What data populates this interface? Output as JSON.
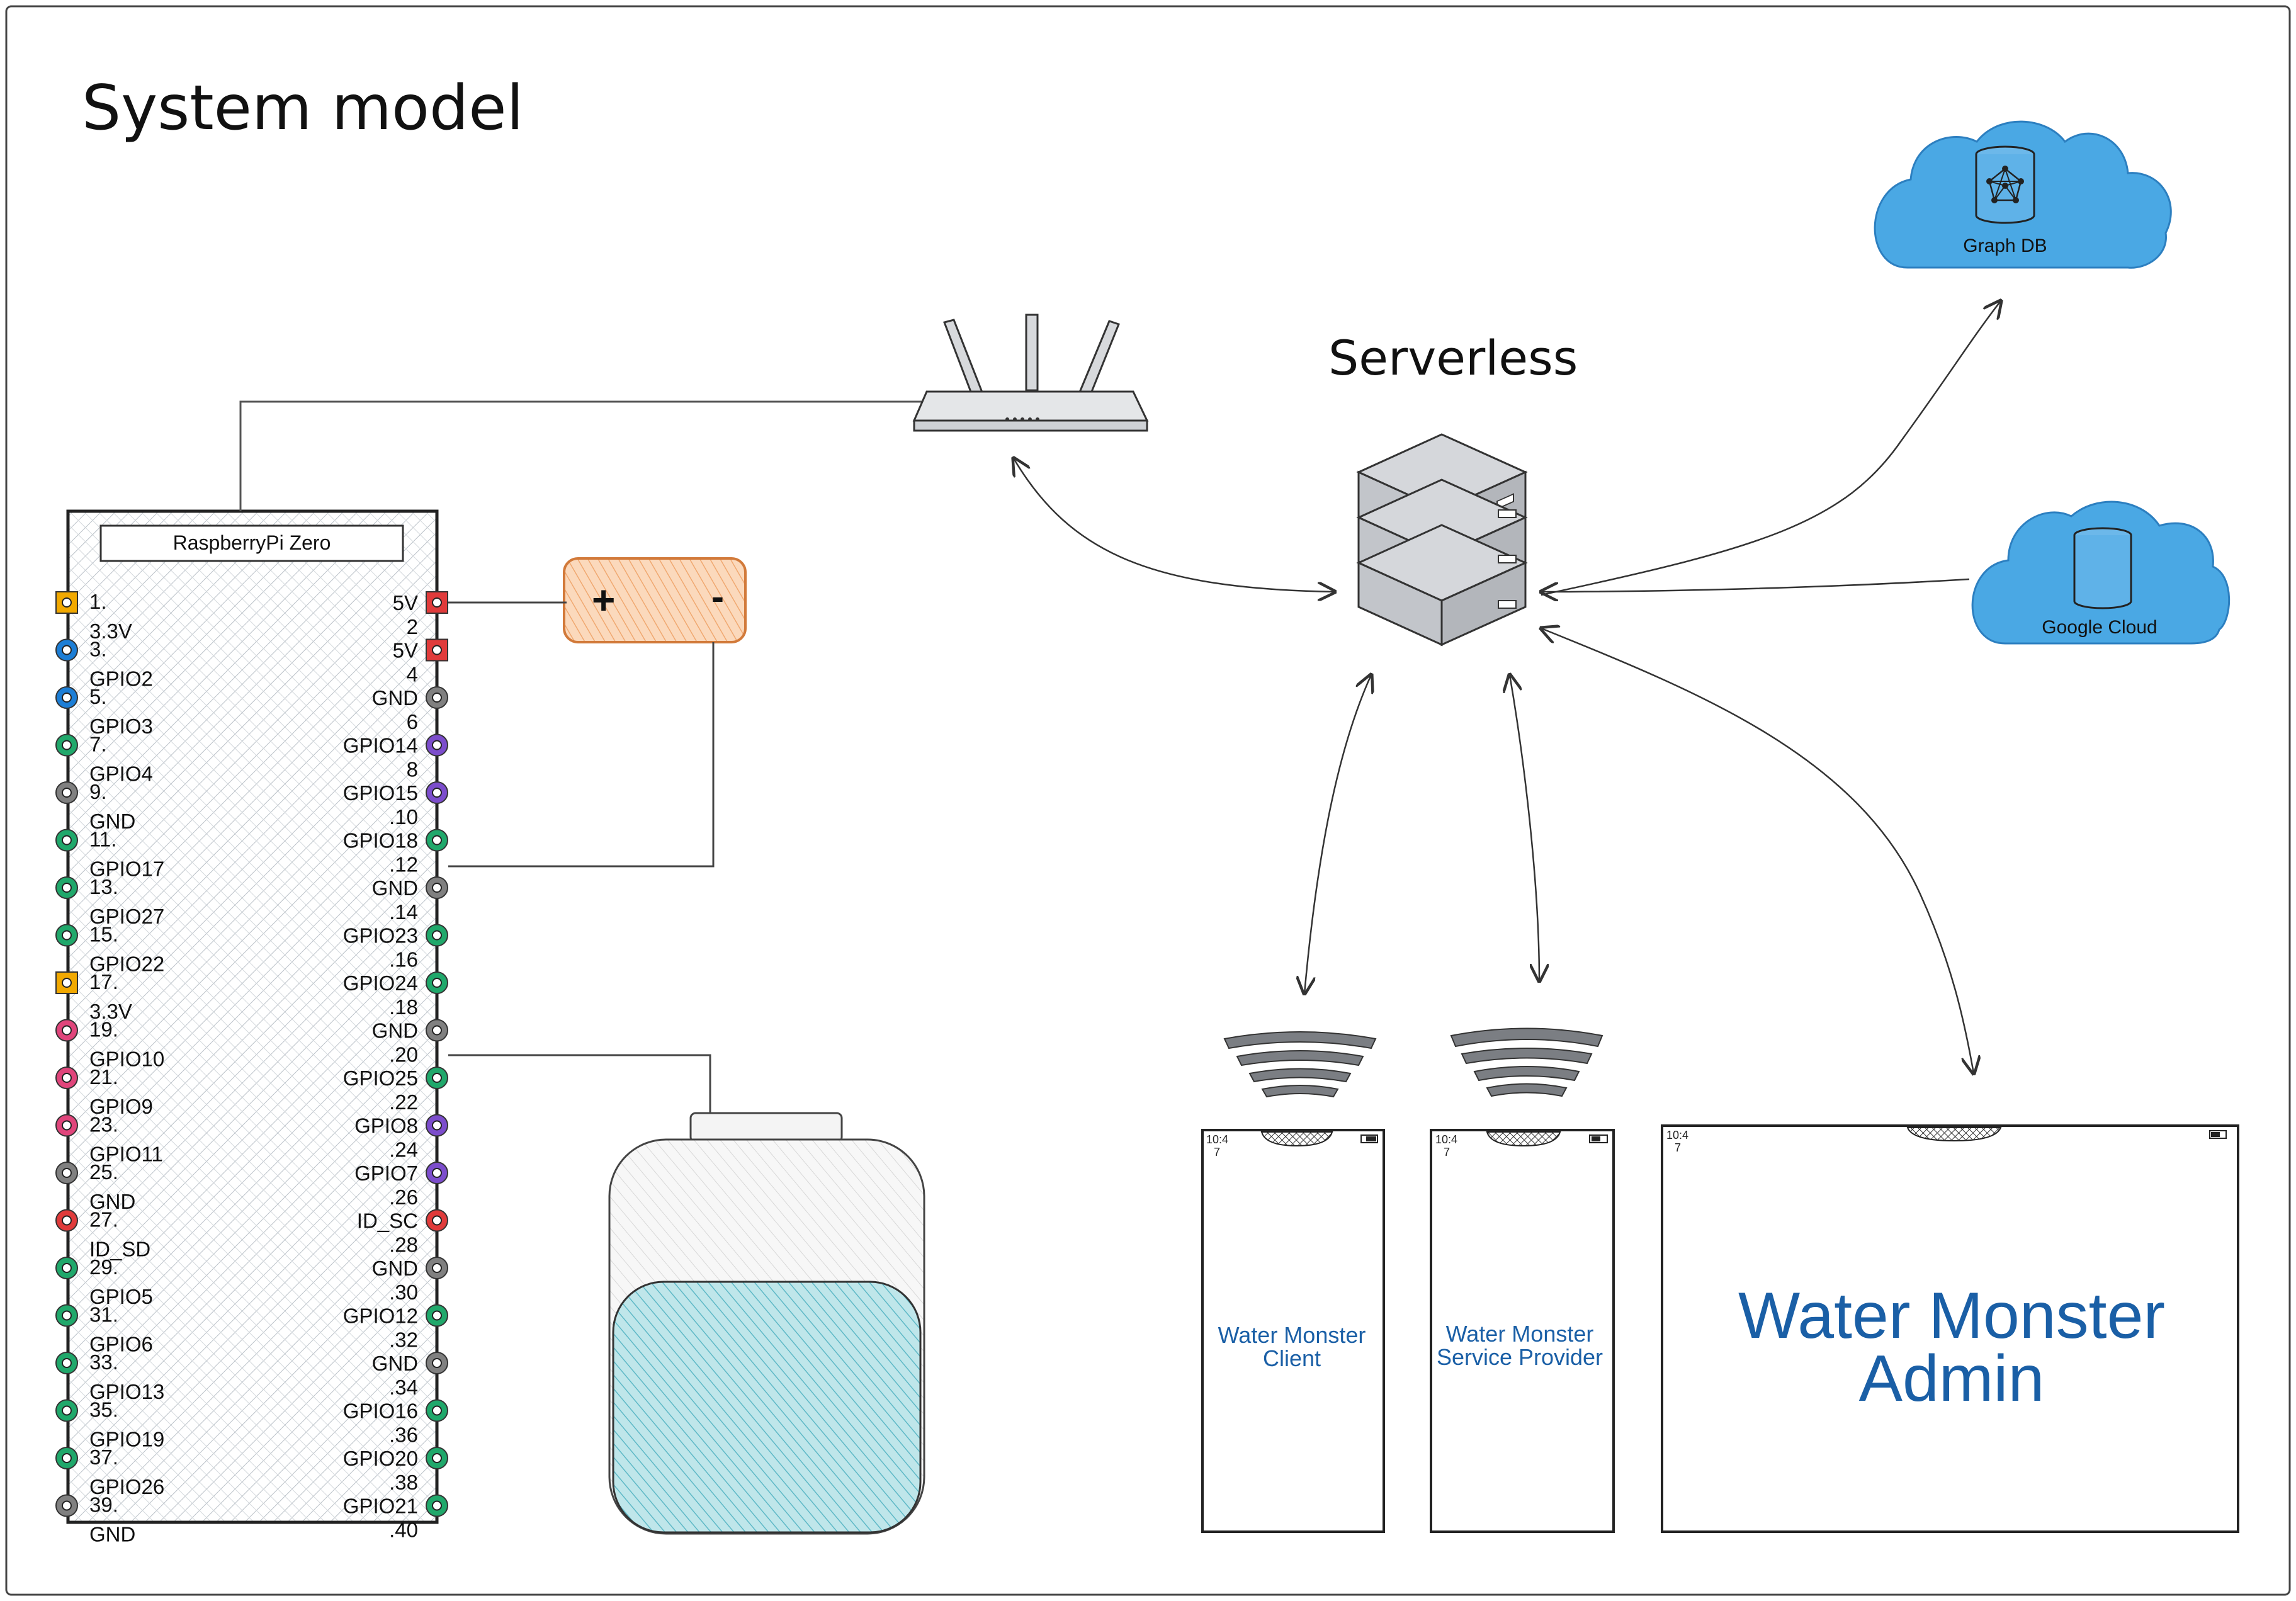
{
  "title": "System model",
  "serverless_label": "Serverless",
  "clouds": {
    "graph_db": "Graph DB",
    "google_cloud": "Google Cloud"
  },
  "pi": {
    "name": "RaspberryPi Zero",
    "left_pins": [
      {
        "num": "1.",
        "label": "3.3V",
        "color": "#f2a900",
        "shape": "square"
      },
      {
        "num": "3.",
        "label": "GPIO2",
        "color": "#1c7ed6",
        "shape": "circle"
      },
      {
        "num": "5.",
        "label": "GPIO3",
        "color": "#1c7ed6",
        "shape": "circle"
      },
      {
        "num": "7.",
        "label": "GPIO4",
        "color": "#20a86b",
        "shape": "circle"
      },
      {
        "num": "9.",
        "label": "GND",
        "color": "#808080",
        "shape": "circle"
      },
      {
        "num": "11.",
        "label": "GPIO17",
        "color": "#20a86b",
        "shape": "circle"
      },
      {
        "num": "13.",
        "label": "GPIO27",
        "color": "#20a86b",
        "shape": "circle"
      },
      {
        "num": "15.",
        "label": "GPIO22",
        "color": "#20a86b",
        "shape": "circle"
      },
      {
        "num": "17.",
        "label": "3.3V",
        "color": "#f2a900",
        "shape": "square"
      },
      {
        "num": "19.",
        "label": "GPIO10",
        "color": "#e0457b",
        "shape": "circle"
      },
      {
        "num": "21.",
        "label": "GPIO9",
        "color": "#e0457b",
        "shape": "circle"
      },
      {
        "num": "23.",
        "label": "GPIO11",
        "color": "#e0457b",
        "shape": "circle"
      },
      {
        "num": "25.",
        "label": "GND",
        "color": "#808080",
        "shape": "circle"
      },
      {
        "num": "27.",
        "label": "ID_SD",
        "color": "#e03b3b",
        "shape": "circle"
      },
      {
        "num": "29.",
        "label": "GPIO5",
        "color": "#20a86b",
        "shape": "circle"
      },
      {
        "num": "31.",
        "label": "GPIO6",
        "color": "#20a86b",
        "shape": "circle"
      },
      {
        "num": "33.",
        "label": "GPIO13",
        "color": "#20a86b",
        "shape": "circle"
      },
      {
        "num": "35.",
        "label": "GPIO19",
        "color": "#20a86b",
        "shape": "circle"
      },
      {
        "num": "37.",
        "label": "GPIO26",
        "color": "#20a86b",
        "shape": "circle"
      },
      {
        "num": "39.",
        "label": "GND",
        "color": "#808080",
        "shape": "circle"
      }
    ],
    "right_pins": [
      {
        "num": "2",
        "label": "5V",
        "color": "#e03b3b",
        "shape": "square"
      },
      {
        "num": "4",
        "label": "5V",
        "color": "#e03b3b",
        "shape": "square"
      },
      {
        "num": "6",
        "label": "GND",
        "color": "#808080",
        "shape": "circle"
      },
      {
        "num": "8",
        "label": "GPIO14",
        "color": "#7c4dcc",
        "shape": "circle"
      },
      {
        "num": ".10",
        "label": "GPIO15",
        "color": "#7c4dcc",
        "shape": "circle"
      },
      {
        "num": ".12",
        "label": "GPIO18",
        "color": "#20a86b",
        "shape": "circle"
      },
      {
        "num": ".14",
        "label": "GND",
        "color": "#808080",
        "shape": "circle"
      },
      {
        "num": ".16",
        "label": "GPIO23",
        "color": "#20a86b",
        "shape": "circle"
      },
      {
        "num": ".18",
        "label": "GPIO24",
        "color": "#20a86b",
        "shape": "circle"
      },
      {
        "num": ".20",
        "label": "GND",
        "color": "#808080",
        "shape": "circle"
      },
      {
        "num": ".22",
        "label": "GPIO25",
        "color": "#20a86b",
        "shape": "circle"
      },
      {
        "num": ".24",
        "label": "GPIO8",
        "color": "#7c4dcc",
        "shape": "circle"
      },
      {
        "num": ".26",
        "label": "GPIO7",
        "color": "#7c4dcc",
        "shape": "circle"
      },
      {
        "num": ".28",
        "label": "ID_SC",
        "color": "#e03b3b",
        "shape": "circle"
      },
      {
        "num": ".30",
        "label": "GND",
        "color": "#808080",
        "shape": "circle"
      },
      {
        "num": ".32",
        "label": "GPIO12",
        "color": "#20a86b",
        "shape": "circle"
      },
      {
        "num": ".34",
        "label": "GND",
        "color": "#808080",
        "shape": "circle"
      },
      {
        "num": ".36",
        "label": "GPIO16",
        "color": "#20a86b",
        "shape": "circle"
      },
      {
        "num": ".38",
        "label": "GPIO20",
        "color": "#20a86b",
        "shape": "circle"
      },
      {
        "num": ".40",
        "label": "GPIO21",
        "color": "#20a86b",
        "shape": "circle"
      }
    ]
  },
  "battery": {
    "plus": "+",
    "minus": "-"
  },
  "devices": {
    "client": {
      "time_a": "10:4",
      "time_b": "7",
      "line1": "Water Monster",
      "line2": "Client"
    },
    "provider": {
      "time_a": "10:4",
      "time_b": "7",
      "line1": "Water Monster",
      "line2": "Service Provider"
    },
    "admin": {
      "time_a": "10:4",
      "time_b": "7",
      "line1": "Water Monster",
      "line2": "Admin"
    }
  },
  "colors": {
    "cloud": "#4aa8e4",
    "server": "#c9ccd1",
    "battery": "#f8c9a0",
    "water": "#a7dbe0",
    "app_text": "#1a5fa6"
  }
}
